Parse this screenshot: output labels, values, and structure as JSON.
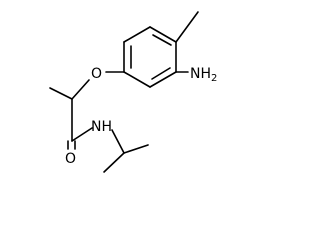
{
  "molecule": {
    "atoms": {
      "oxygen_ether": "O",
      "amine": {
        "symbol": "NH",
        "subscript": "2"
      },
      "nitrogen_amide": "NH",
      "oxygen_carbonyl": "O"
    },
    "colors": {
      "bond": "#000000",
      "text": "#000000",
      "background": "#ffffff"
    }
  }
}
